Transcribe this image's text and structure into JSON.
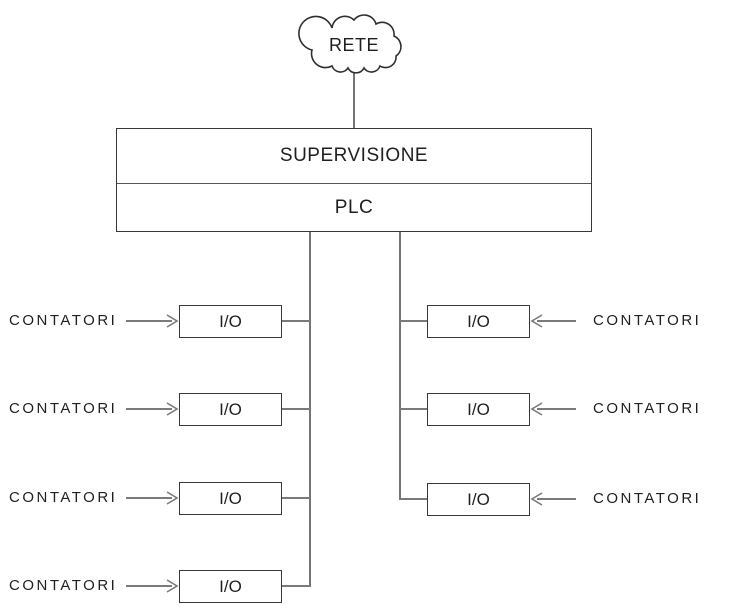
{
  "cloud": {
    "label": "RETE"
  },
  "controller": {
    "supervision_label": "SUPERVISIONE",
    "plc_label": "PLC"
  },
  "left_branch": {
    "rows": [
      {
        "source_label": "CONTATORI",
        "module_label": "I/O"
      },
      {
        "source_label": "CONTATORI",
        "module_label": "I/O"
      },
      {
        "source_label": "CONTATORI",
        "module_label": "I/O"
      },
      {
        "source_label": "CONTATORI",
        "module_label": "I/O"
      }
    ]
  },
  "right_branch": {
    "rows": [
      {
        "source_label": "CONTATORI",
        "module_label": "I/O"
      },
      {
        "source_label": "CONTATORI",
        "module_label": "I/O"
      },
      {
        "source_label": "CONTATORI",
        "module_label": "I/O"
      }
    ]
  },
  "colors": {
    "background": "#ffffff",
    "box_outline": "#383838",
    "connector_gray": "#7a7a7a",
    "text": "#1f1f1f"
  }
}
